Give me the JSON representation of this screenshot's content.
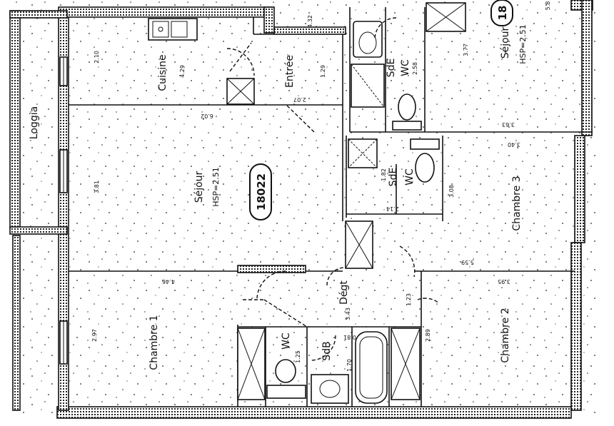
{
  "rooms": {
    "loggia": "Loggia",
    "cuisine": "Cuisine",
    "entree": "Entrée",
    "sejour": "Séjour",
    "sejour_hsp": "HSP=2.51",
    "sejour_top": "Séjour",
    "sejour_top_hsp": "HSP=2.51",
    "sde_top": "SdE",
    "wc_top": "WC",
    "sde_mid": "SdE",
    "wc_mid": "WC",
    "chambre1": "Chambre 1",
    "chambre2": "Chambre 2",
    "chambre3": "Chambre 3",
    "degt": "Dégt",
    "sdb": "SdB",
    "wc_bottom": "WC"
  },
  "area_badges": {
    "main": "18022",
    "top": "18"
  },
  "dimensions": {
    "d_2_10": "2.10",
    "d_4_29": "4.29",
    "d_4_32": "4.32",
    "d_1_29": "1.29",
    "d_2_07": "2.07",
    "d_6_02": "6.02",
    "d_3_81": "3.81",
    "d_4_46": "4.46",
    "d_2_97": "2.97",
    "d_3_77": "3.77",
    "d_2_58": "2.58",
    "d_3_63": "3.63",
    "d_3_40": "3.40",
    "d_1_82": "1.82",
    "d_2_14": "2.14",
    "d_3_08": "3.08",
    "d_5_59": "5.59",
    "d_3_95": "3.95",
    "d_1_23": "1.23",
    "d_3_43": "3.43",
    "d_0_81": "0.81",
    "d_1_25": "1.25",
    "d_1_70": "1.70",
    "d_2_89": "2.89",
    "d_5_8": "5.8"
  }
}
